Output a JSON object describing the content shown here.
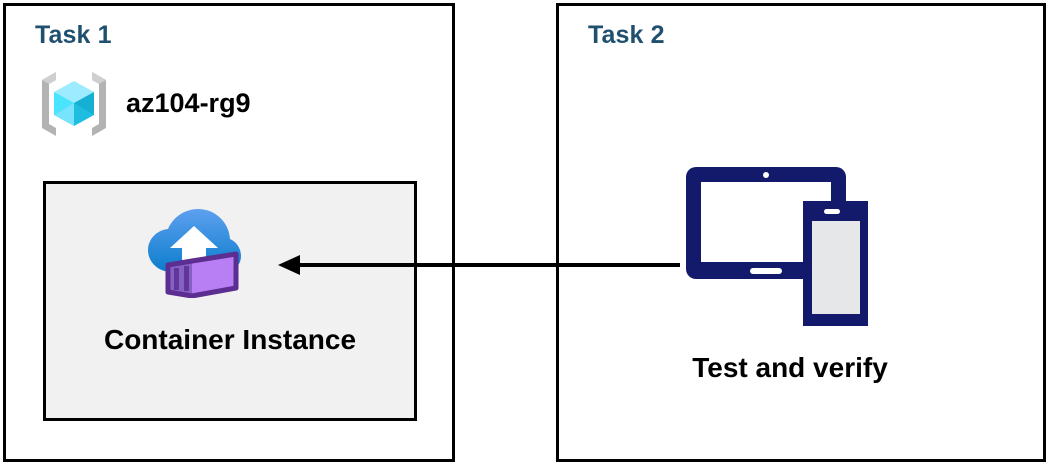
{
  "diagram": {
    "panels": [
      {
        "id": "task1",
        "title": "Task 1",
        "resource_group": {
          "icon": "azure-resource-group-icon",
          "label": "az104-rg9"
        },
        "resource": {
          "icon": "azure-container-instance-icon",
          "label": "Container Instance"
        }
      },
      {
        "id": "task2",
        "title": "Task 2",
        "devices": {
          "icon": "tablet-and-phone-devices-icon",
          "label": "Test and verify"
        }
      }
    ],
    "connector": {
      "name": "flow-arrow",
      "direction": "right-to-left",
      "from": "Test and verify",
      "to": "Container Instance"
    },
    "colors": {
      "title_blue": "#1F5070",
      "panel_border": "#000000",
      "resource_box_fill": "#F1F1F1",
      "device_navy": "#141A6B",
      "cube_cyan": "#50E6FF",
      "bracket_gray": "#B3B3B3",
      "cloud_blue": "#1B93DF",
      "container_purple": "#A67AF4"
    }
  }
}
